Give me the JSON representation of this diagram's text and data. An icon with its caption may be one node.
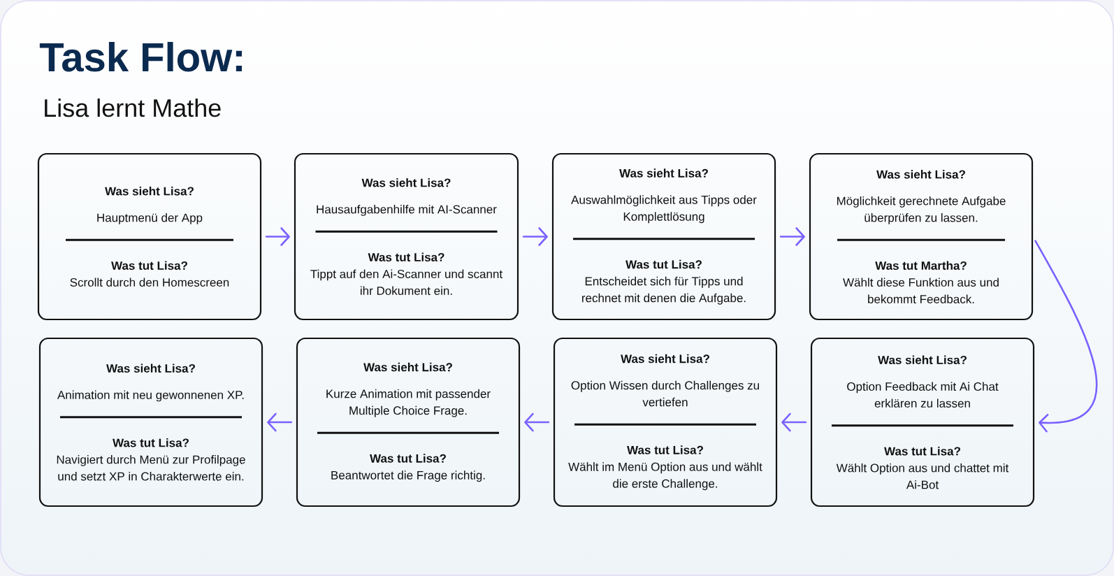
{
  "diagram": {
    "title": "Task Flow:",
    "nodes": [
      {
        "text": [
          "Was sieht Lisa?",
          "Hauptmenü der App",
          "Was tut Lisa?",
          "Scrollt durch den Homescreen"
        ]
      },
      {
        "text": [
          "Was sieht Lisa?",
          "Hausaufgabenhilfe mit AI-Scanner",
          "Was tut Lisa?",
          "Tippt auf den Ai-Scanner und scannt ihr Dokument ein."
        ]
      },
      {
        "text": [
          "Was sieht Lisa?",
          "Auswahlmöglichkeit aus Tipps oder Komplettlösung",
          "Was tut Lisa?",
          "Entscheidet sich für Tipps und rechnet mit denen die Aufgabe."
        ]
      },
      {
        "text": [
          "Was sieht Lisa?",
          "Möglichkeit gerechnete Aufgabe überprüfen zu lassen.",
          "Was tut Martha?",
          "Wählt diese Funktion aus und bekommt Feedback."
        ]
      },
      {
        "text": [
          "Was sieht Lisa?",
          "Animation mit neu gewonnenen XP.",
          "Was tut Lisa?",
          "Navigiert durch Menü zur Profilpage und setzt XP in Charakterwerte ein."
        ]
      },
      {
        "text": [
          "Was sieht Lisa?",
          "Kurze Animation mit passender Multiple Choice Frage.",
          "Was tut Lisa?",
          "Beantwortet die Frage richtig."
        ]
      },
      {
        "text": [
          "Was sieht Lisa?",
          "Option Wissen durch Challenges zu vertiefen",
          "Was tut Lisa?",
          "Wählt im Menü Option aus und wählt die erste Challenge."
        ]
      },
      {
        "text": [
          "Was sieht Lisa?",
          "Option Feedback mit Ai Chat erklären zu lassen",
          "Was tut Lisa?",
          "Wählt Option aus und chattet mit Ai-Bot"
        ]
      }
    ],
    "edges": [
      {
        "from": 0,
        "to": 1,
        "arrow": "to"
      },
      {
        "from": 1,
        "to": 2,
        "arrow": "to"
      },
      {
        "from": 2,
        "to": 3,
        "arrow": "to"
      },
      {
        "from": 3,
        "to": 7,
        "arrow": "to"
      },
      {
        "from": 7,
        "to": 6,
        "arrow": "to"
      },
      {
        "from": 6,
        "to": 5,
        "arrow": "to"
      },
      {
        "from": 5,
        "to": 4,
        "arrow": "to"
      }
    ],
    "labels": [
      "Lisa lernt Mathe"
    ]
  }
}
